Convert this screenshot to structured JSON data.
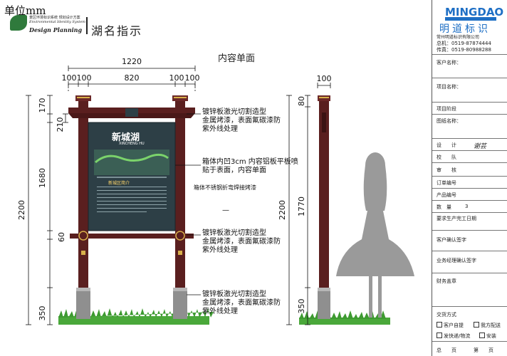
{
  "header": {
    "unit": "单位mm",
    "logo_cn": "景区环境标识系统 规划设计方案",
    "logo_en1": "Environmental Identity System",
    "logo_en2": "Design Planning",
    "page_title": "湖名指示",
    "content_label": "内容单面"
  },
  "dimensions": {
    "total_width": "1220",
    "seg_a": "100",
    "seg_b": "100",
    "seg_c": "820",
    "seg_d": "100",
    "seg_e": "100",
    "side_depth": "100",
    "h_top": "170",
    "h_beam": "210",
    "h_total": "2200",
    "h_panel": "1680",
    "h_lower_beam": "60",
    "h_base": "350",
    "side_top": "80",
    "side_total": "2200",
    "side_mid": "1770",
    "side_base": "350"
  },
  "notes": {
    "note1": [
      "镀锌板激光切割造型",
      "金属烤漆，表面氟碳漆防",
      "紫外线处理"
    ],
    "note2": [
      "箱体内凹3cm 内容铝板平板喷",
      "贴于表面，内容单面"
    ],
    "note3": "箱体不锈钢折弯焊接烤漆",
    "note4": [
      "镀锌板激光切割造型",
      "金属烤漆，表面氟碳漆防",
      "紫外线处理"
    ],
    "note5": [
      "镀锌板激光切割造型",
      "金属烤漆，表面氟碳漆防",
      "紫外线处理"
    ],
    "dash": "—"
  },
  "signage": {
    "title": "新城湖",
    "pinyin": "XINCHENG HU",
    "section": "新城区简介"
  },
  "panel": {
    "brand": "MINGDAO",
    "brand_cn": "明道标识",
    "company": "常州明道标识有限公司",
    "tel1": "总机：0519-87874444",
    "tel2": "传真：0519-80988288",
    "client_name": "客户名称：",
    "project_name": "项目名称：",
    "project_stage": "项目阶段",
    "drawing_name": "图纸名称：",
    "design": "设　　计",
    "designer": "谢芸",
    "check": "校　　队",
    "review": "审　　核",
    "order_no": "订单编号",
    "product_no": "产品编号",
    "qty_label": "数　量",
    "qty_value": "3",
    "due_date": "要求生产完工日期",
    "client_confirm": "客户确认签字",
    "manager_confirm": "业务经理确认签字",
    "finance": "财务盖章",
    "delivery": "交货方式",
    "opt1": "客户自提",
    "opt2": "我方配送",
    "opt3": "发快递/物流",
    "opt4": "安装",
    "total_pages": "总　　页",
    "page_no": "第　　页"
  },
  "colors": {
    "post": "#5a1f1f",
    "panel_bg": "#2d3f46",
    "gold": "#d8b04a",
    "grass": "#4aa83a",
    "brand_blue": "#1e6fc5",
    "silhouette": "#9a9a9a"
  }
}
